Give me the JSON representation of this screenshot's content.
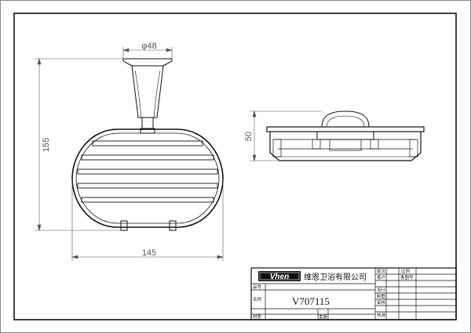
{
  "dimensions": {
    "head_diameter": "φ48",
    "height": "155",
    "width": "145",
    "depth": "50"
  },
  "title_block": {
    "brand": "Vhen",
    "company": "维恩卫浴有限公司",
    "model": "V707115",
    "labels": {
      "version": "版次",
      "scale": "比例",
      "customer": "客户",
      "customer_drawing_no": "客图号",
      "item_no": "品号",
      "design": "设计",
      "name": "名称",
      "drawing": "制图",
      "review": "审核",
      "material": "材质",
      "weight": "重量",
      "approve": "核准"
    }
  }
}
